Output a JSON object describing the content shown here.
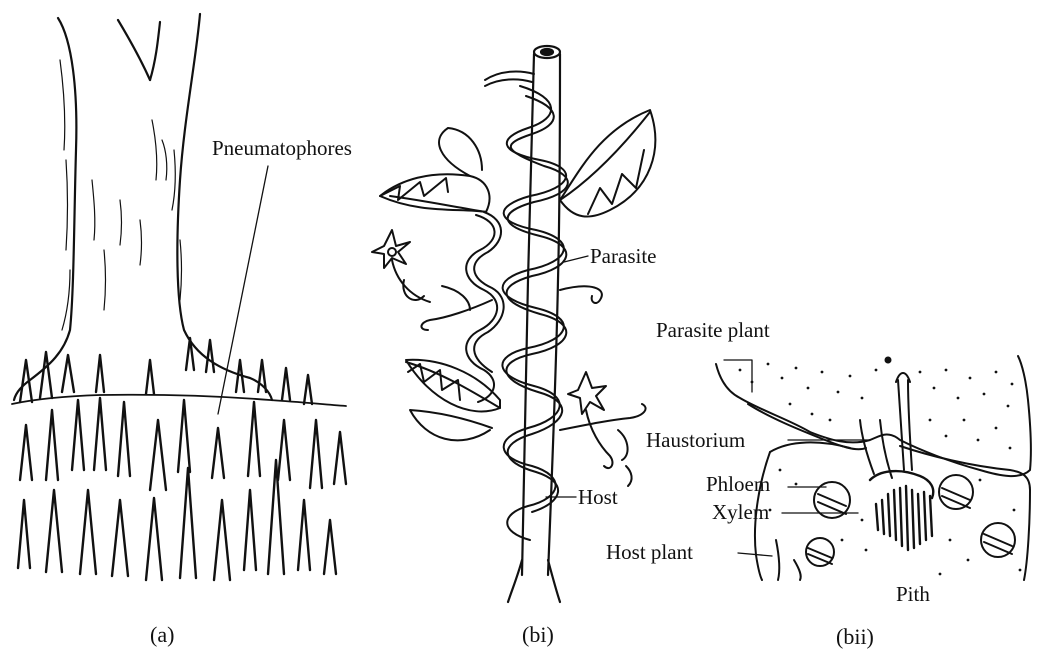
{
  "panel_a": {
    "caption": "(a)",
    "labels": {
      "pneumatophores": "Pneumatophores"
    }
  },
  "panel_bi": {
    "caption": "(bi)",
    "labels": {
      "parasite": "Parasite",
      "host": "Host"
    }
  },
  "panel_bii": {
    "caption": "(bii)",
    "labels": {
      "parasite_plant": "Parasite plant",
      "haustorium": "Haustorium",
      "phloem": "Phloem",
      "xylem": "Xylem",
      "host_plant": "Host plant",
      "pith": "Pith"
    }
  }
}
